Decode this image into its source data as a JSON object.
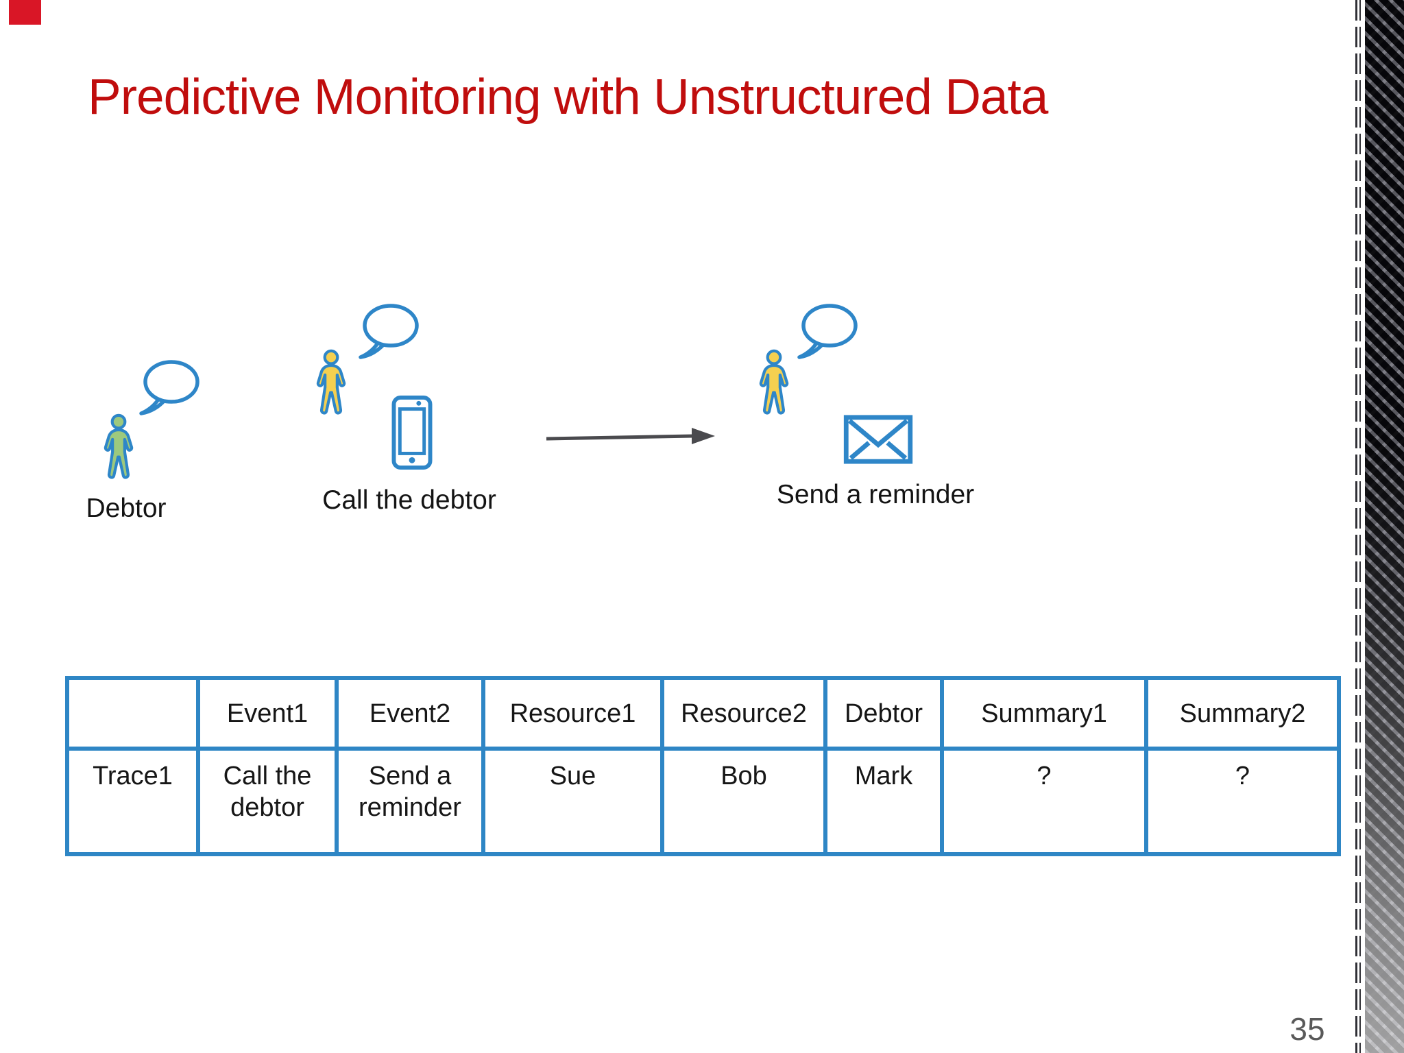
{
  "slide": {
    "title": "Predictive Monitoring with Unstructured Data",
    "page_number": "35",
    "colors": {
      "title_red": "#c00d0d",
      "icon_blue": "#2e86c8",
      "debtor_green": "#9dc97e",
      "person_yellow": "#f5d050",
      "table_border": "#2e86c5",
      "arrow_gray": "#4a4a4e",
      "page_gray": "#595959",
      "corner_red": "#d91626"
    }
  },
  "diagram": {
    "debtor": {
      "label": "Debtor"
    },
    "call_activity": {
      "label": "Call the debtor"
    },
    "send_activity": {
      "label": "Send a reminder"
    }
  },
  "table": {
    "headers": [
      "",
      "Event1",
      "Event2",
      "Resource1",
      "Resource2",
      "Debtor",
      "Summary1",
      "Summary2"
    ],
    "rows": [
      [
        "Trace1",
        "Call the debtor",
        "Send a reminder",
        "Sue",
        "Bob",
        "Mark",
        "?",
        "?"
      ]
    ]
  }
}
